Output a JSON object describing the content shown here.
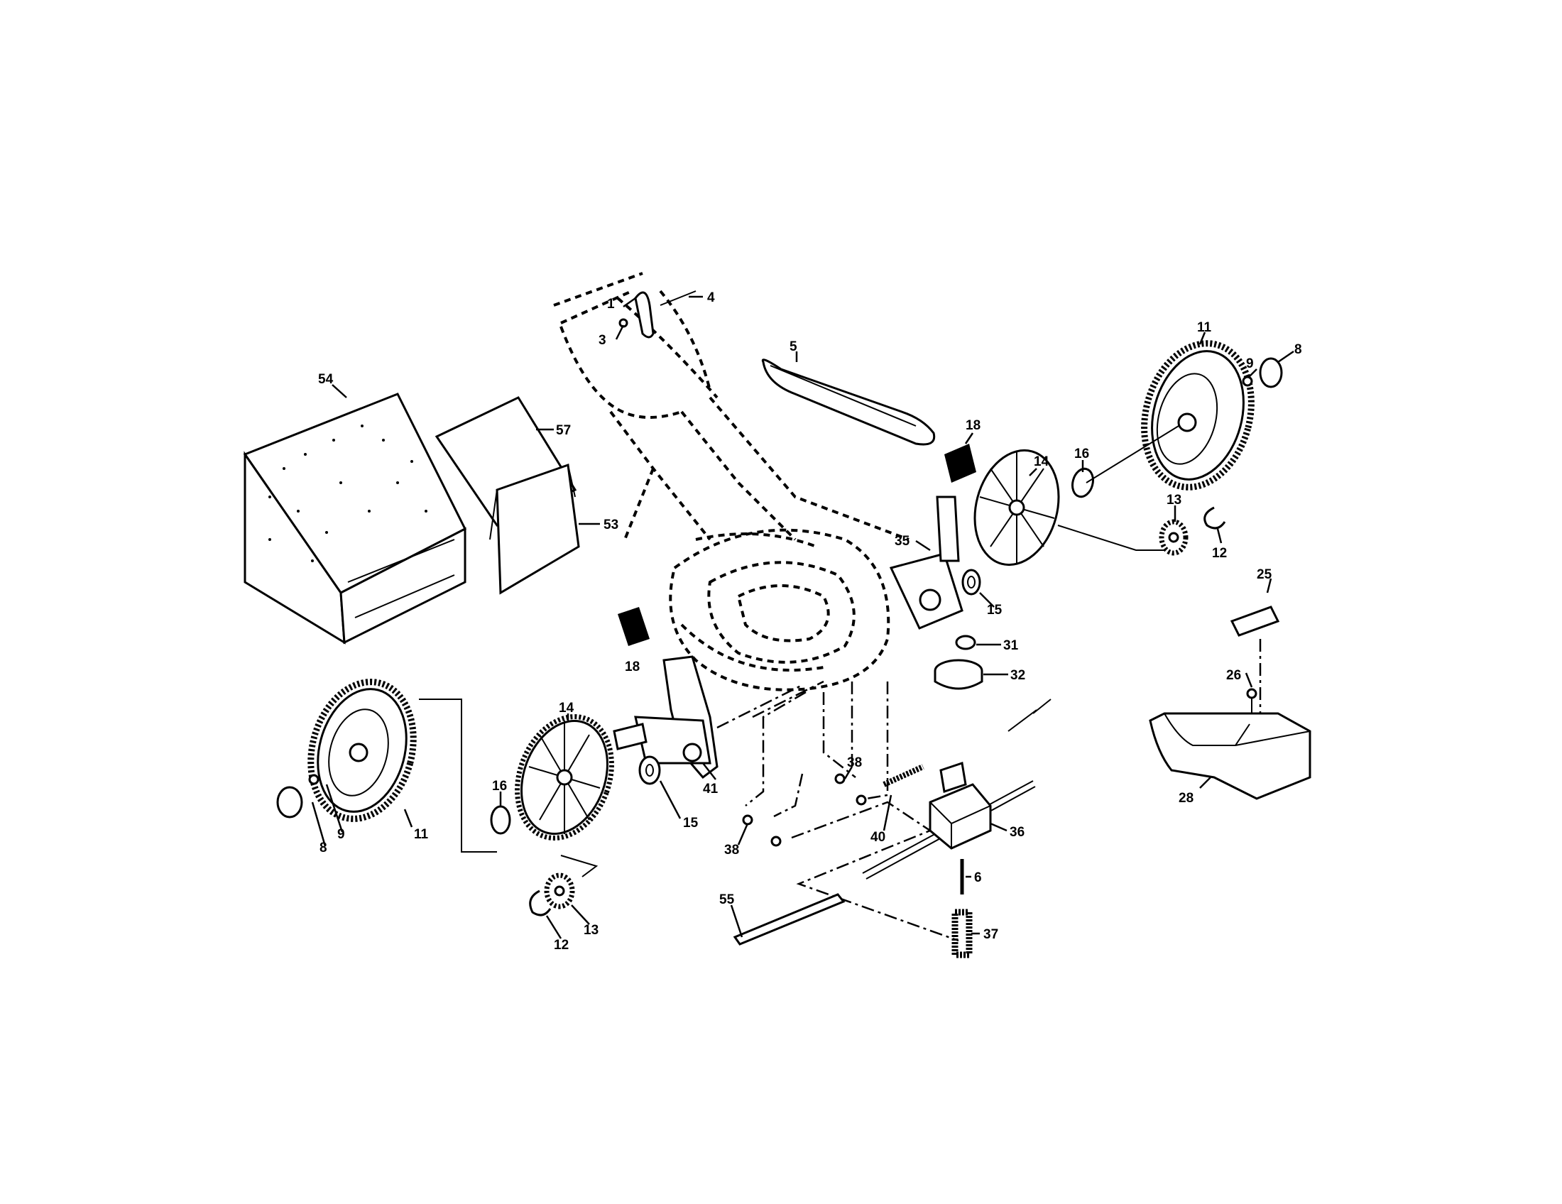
{
  "callouts": {
    "c1": "1",
    "c3": "3",
    "c4": "4",
    "c5": "5",
    "c54": "54",
    "c57": "57",
    "c53": "53",
    "c18_top": "18",
    "c18_left": "18",
    "c35": "35",
    "c14_right": "14",
    "c16_right": "16",
    "c11_right": "11",
    "c9_right": "9",
    "c8_right": "8",
    "c13_right": "13",
    "c12_right": "12",
    "c15_right": "15",
    "c31": "31",
    "c32": "32",
    "c25": "25",
    "c26": "26",
    "c28": "28",
    "c14_left": "14",
    "c41": "41",
    "c15_left": "15",
    "c16_left": "16",
    "c11_left": "11",
    "c9_left": "9",
    "c8_left": "8",
    "c13_left": "13",
    "c12_left": "12",
    "c38_a": "38",
    "c38_b": "38",
    "c40": "40",
    "c36": "36",
    "c6": "6",
    "c37": "37",
    "c55": "55"
  }
}
